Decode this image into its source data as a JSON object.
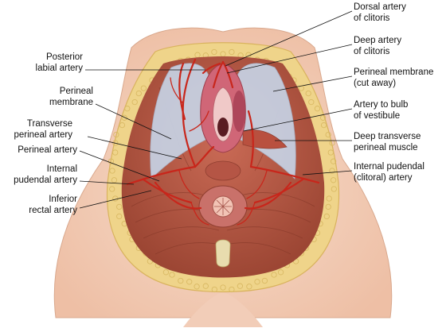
{
  "labels": {
    "posterior_labial_artery": [
      "Posterior",
      "labial artery"
    ],
    "perineal_membrane": [
      "Perineal",
      "membrane"
    ],
    "transverse_perineal_artery": [
      "Transverse",
      "perineal artery"
    ],
    "perineal_artery": [
      "Perineal artery"
    ],
    "internal_pudendal_artery": [
      "Internal",
      "pudendal artery"
    ],
    "inferior_rectal_artery": [
      "Inferior",
      "rectal artery"
    ],
    "dorsal_artery_of_clitoris": [
      "Dorsal artery",
      "of clitoris"
    ],
    "deep_artery_of_clitoris": [
      "Deep artery",
      "of clitoris"
    ],
    "perineal_membrane_cut_away": [
      "Perineal membrane",
      "(cut away)"
    ],
    "artery_to_bulb_of_vestibule": [
      "Artery to bulb",
      "of vestibule"
    ],
    "deep_transverse_perineal_muscle": [
      "Deep transverse",
      "perineal muscle"
    ],
    "internal_pudendal_clitoral_artery": [
      "Internal pudendal",
      "(clitoral) artery"
    ]
  },
  "colors": {
    "skin": "#f3d2bd",
    "skin_shadow": "#e8b9a0",
    "fat": "#f1dc9a",
    "fat_dot": "#d9b964",
    "muscle": "#b75a48",
    "muscle_dark": "#8f3e30",
    "membrane": "#c3cde0",
    "artery": "#c8261b",
    "vulva": "#c95566",
    "rectum": "#d98a87",
    "leader": "#111111"
  }
}
